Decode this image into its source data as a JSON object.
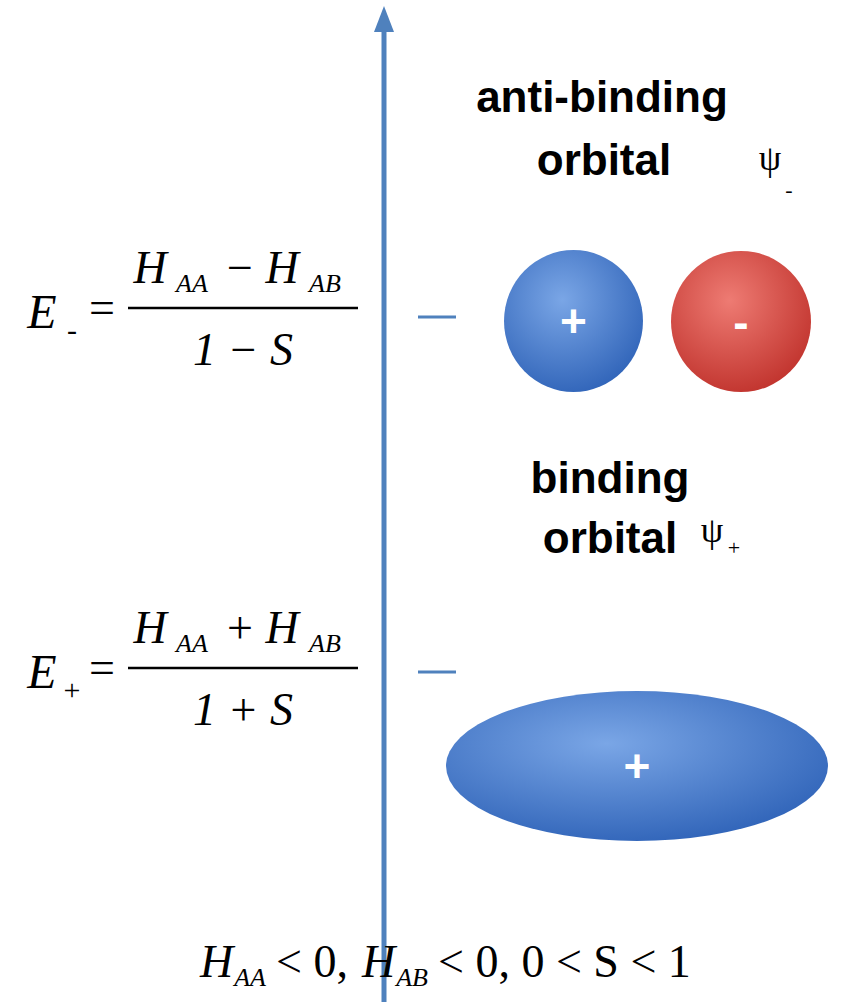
{
  "diagram": {
    "nodes": [
      {
        "text": [
          "+"
        ]
      },
      {
        "text": [
          "-"
        ]
      },
      {
        "text": [
          "+"
        ]
      }
    ],
    "labels": [
      "anti-binding",
      "orbital",
      "ψ",
      "-",
      "E",
      "-",
      "=",
      "H",
      "AA",
      "−",
      "H",
      "AB",
      "1 − S",
      "E",
      "+",
      "=",
      "H",
      "AA",
      "+",
      "H",
      "AB",
      "1 + S",
      "binding",
      "orbital",
      "ψ",
      "+",
      "H",
      "AA",
      "< 0,",
      "H",
      "AB",
      "< 0, 0 < S < 1"
    ]
  }
}
